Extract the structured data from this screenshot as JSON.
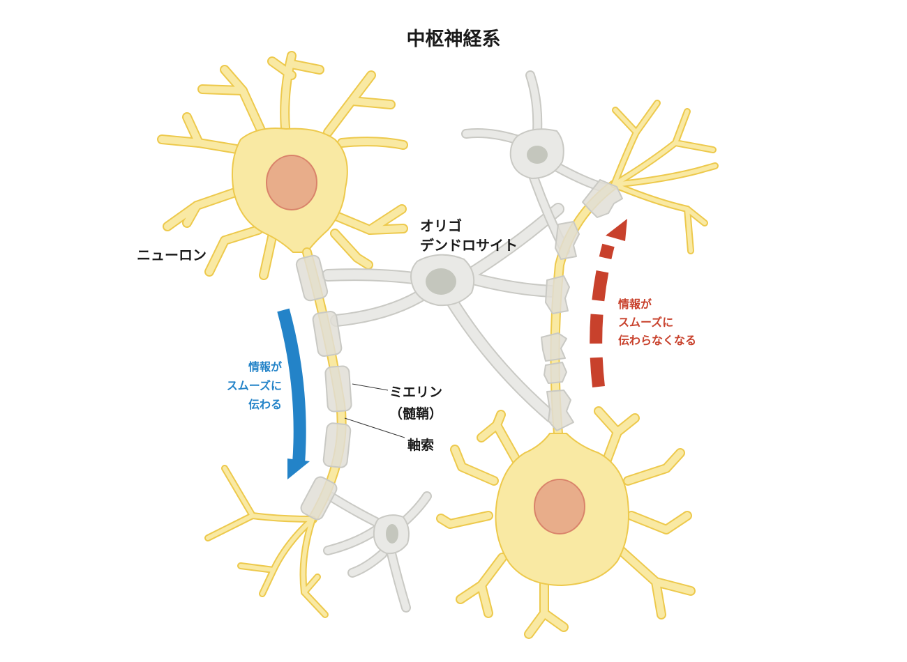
{
  "title": "中枢神経系",
  "labels": {
    "neuron": "ニューロン",
    "oligodendrocyte": [
      "オリゴ",
      "デンドロサイト"
    ],
    "myelin": [
      "ミエリン",
      "（髄鞘）"
    ],
    "axon": "軸索",
    "smooth": [
      "情報が",
      "スムーズに",
      "伝わる"
    ],
    "blocked": [
      "情報が",
      "スムーズに",
      "伝わらなくなる"
    ]
  },
  "colors": {
    "neuron_body": "#f9e9a3",
    "neuron_outline": "#edc94c",
    "nucleus": "#e8ad8a",
    "nucleus_outline": "#d9836a",
    "glia_body": "#e9e9e6",
    "glia_outline": "#c9c9c4",
    "glia_nucleus": "#c4c6bd",
    "smooth_arrow": "#2383c8",
    "blocked_arrow": "#c8412c",
    "text": "#1a1a1a"
  }
}
